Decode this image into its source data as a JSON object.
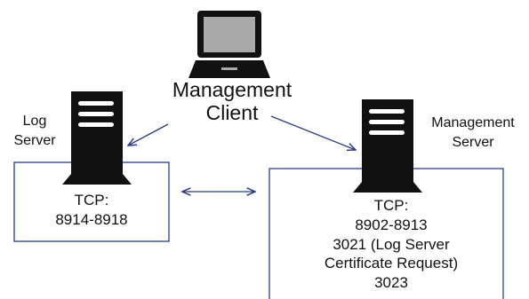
{
  "colors": {
    "line": "#2b3a86",
    "icon": "#111111",
    "screen": "#a9a9a9",
    "text": "#111111"
  },
  "nodes": {
    "management_client": {
      "icon": "laptop-icon",
      "line1": "Management",
      "line2": "Client"
    },
    "log_server": {
      "icon": "server-icon",
      "line1": "Log",
      "line2": "Server",
      "proto": "TCP:",
      "ports": "8914-8918"
    },
    "management_server": {
      "icon": "server-icon",
      "line1": "Management",
      "line2": "Server",
      "proto": "TCP:",
      "ports": "8902-8913",
      "extra1": "3021 (Log Server",
      "extra2": "Certificate Request)",
      "extra3": "3023"
    }
  },
  "connections": [
    {
      "from": "management_client",
      "to": "log_server",
      "direction": "one-way"
    },
    {
      "from": "management_client",
      "to": "management_server",
      "direction": "one-way"
    },
    {
      "from": "log_server",
      "to": "management_server",
      "direction": "two-way"
    }
  ]
}
